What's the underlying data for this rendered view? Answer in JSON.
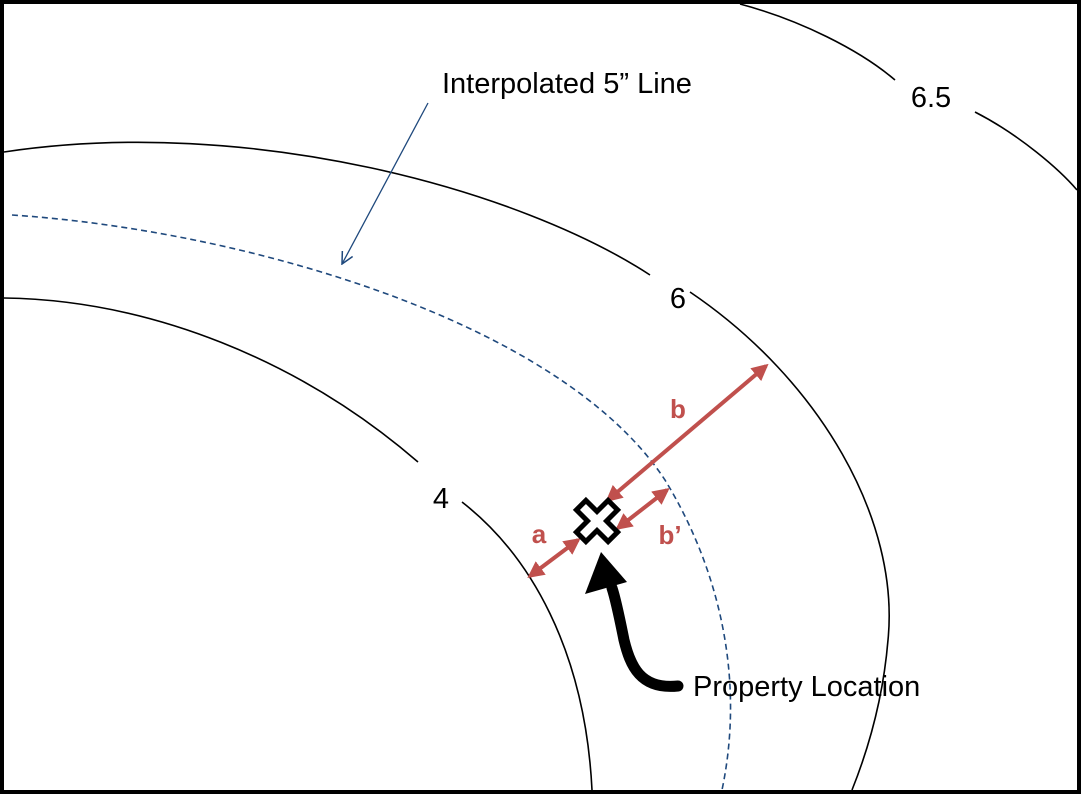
{
  "diagram": {
    "contours": [
      {
        "label": "4"
      },
      {
        "label": "6"
      },
      {
        "label": "6.5"
      }
    ],
    "interpolated_line": {
      "label": "Interpolated 5” Line"
    },
    "property": {
      "label": "Property Location"
    },
    "distances": [
      {
        "label": "a"
      },
      {
        "label": "b"
      },
      {
        "label": "b’"
      }
    ]
  },
  "colors": {
    "contour": "#000000",
    "interpolated_line": "#1f497d",
    "distance_arrow": "#c0504d",
    "marker": "#000000",
    "frame": "#000000",
    "background": "#ffffff"
  },
  "icons": {
    "property_marker": "x-cross-icon",
    "pointer": "curved-arrow-icon"
  }
}
